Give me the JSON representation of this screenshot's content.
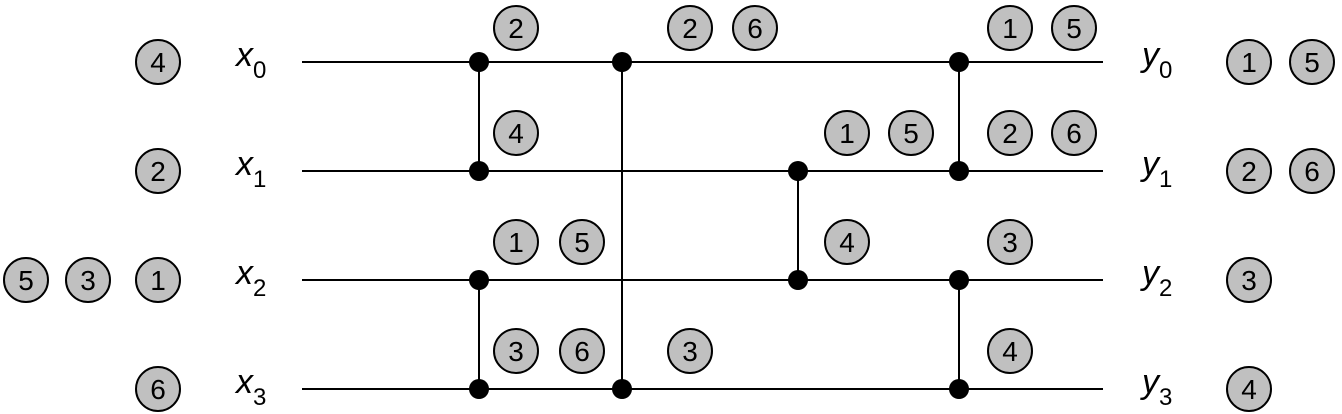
{
  "inputs": [
    {
      "var": "x",
      "sub": "0"
    },
    {
      "var": "x",
      "sub": "1"
    },
    {
      "var": "x",
      "sub": "2"
    },
    {
      "var": "x",
      "sub": "3"
    }
  ],
  "outputs": [
    {
      "var": "y",
      "sub": "0"
    },
    {
      "var": "y",
      "sub": "1"
    },
    {
      "var": "y",
      "sub": "2"
    },
    {
      "var": "y",
      "sub": "3"
    }
  ],
  "input_badges": [
    [
      "4"
    ],
    [
      "2"
    ],
    [
      "5",
      "3",
      "1"
    ],
    [
      "6"
    ]
  ],
  "output_badges": [
    [
      "1",
      "5"
    ],
    [
      "2",
      "6"
    ],
    [
      "3"
    ],
    [
      "4"
    ]
  ],
  "interior_badges": [
    [
      "2"
    ],
    [
      "4"
    ],
    [
      "1",
      "5"
    ],
    [
      "3",
      "6"
    ],
    [
      "2",
      "6"
    ],
    [
      "3"
    ],
    [
      "1",
      "5"
    ],
    [
      "4"
    ],
    [
      "1",
      "5"
    ],
    [
      "2",
      "6"
    ],
    [
      "3"
    ],
    [
      "4"
    ]
  ],
  "switches": [
    {
      "rows": [
        0,
        1
      ],
      "col": 0
    },
    {
      "rows": [
        2,
        3
      ],
      "col": 0
    },
    {
      "rows": [
        0,
        3
      ],
      "col": 1
    },
    {
      "rows": [
        1,
        2
      ],
      "col": 2
    },
    {
      "rows": [
        0,
        1
      ],
      "col": 3
    },
    {
      "rows": [
        2,
        3
      ],
      "col": 3
    }
  ],
  "colors": {
    "line": "#000000",
    "badge_fill": "#c0c0c0"
  }
}
